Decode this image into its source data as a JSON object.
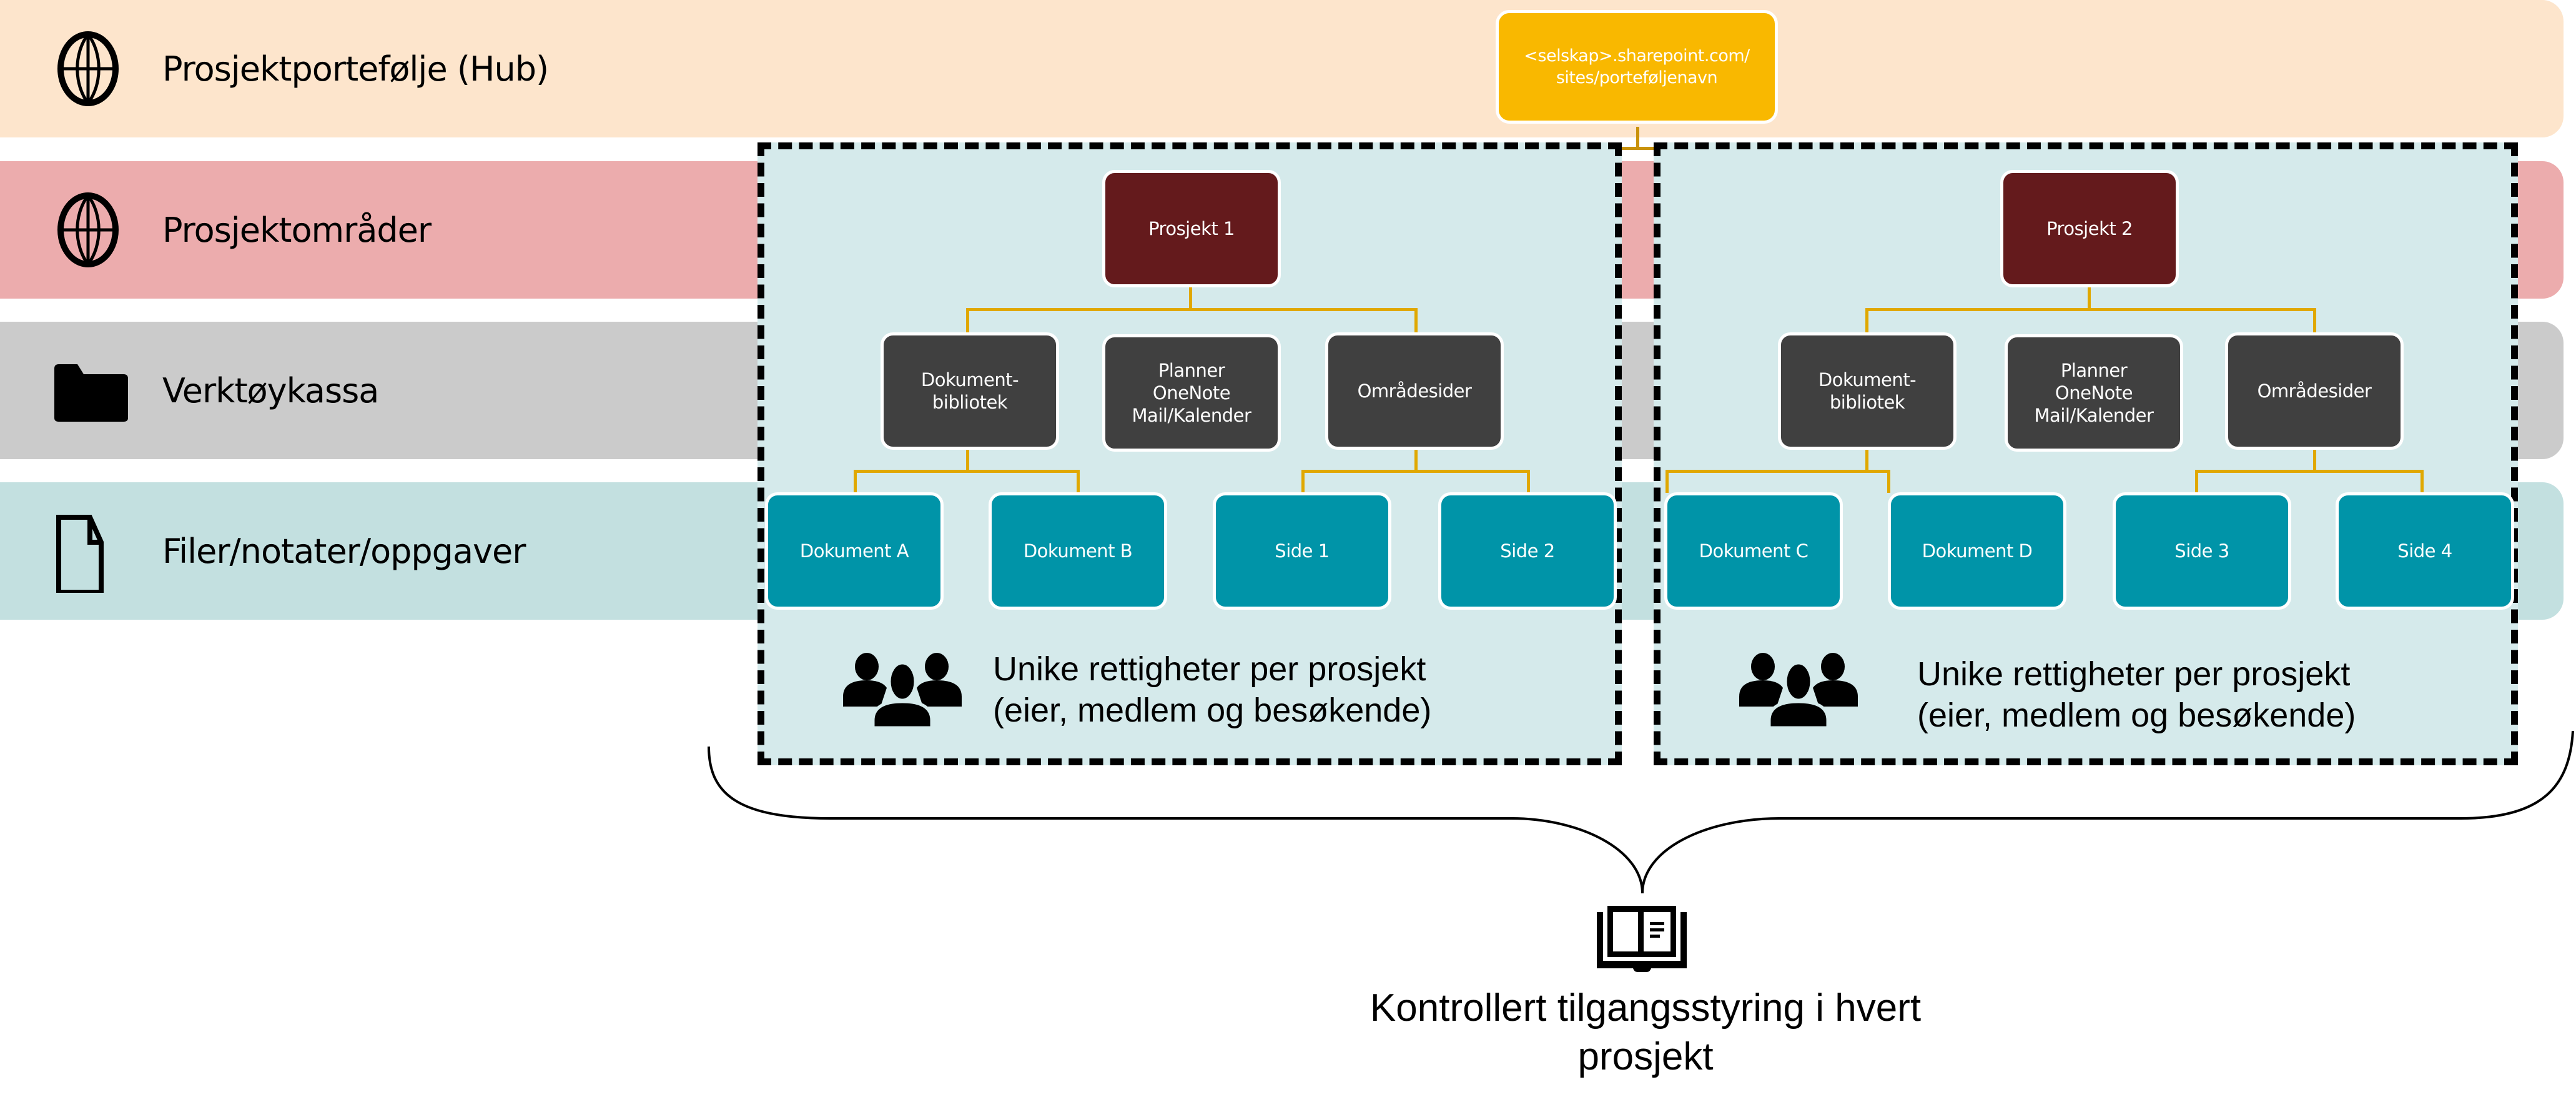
{
  "layers": [
    {
      "id": "hub",
      "label": "Prosjektportefølje (Hub)",
      "icon": "globe-icon",
      "color": "#FDE5CC"
    },
    {
      "id": "areas",
      "label": "Prosjektområder",
      "icon": "globe-icon",
      "color": "#ECACAD"
    },
    {
      "id": "tools",
      "label": "Verktøykassa",
      "icon": "folder-icon",
      "color": "#CBCBCB"
    },
    {
      "id": "files",
      "label": "Filer/notater/oppgaver",
      "icon": "document-icon",
      "color": "#C3E0E0"
    }
  ],
  "hub_site": {
    "url_line1": "<selskap>.sharepoint.com/",
    "url_line2": "sites/porteføljenavn",
    "color": "#F9B800"
  },
  "projects": [
    {
      "name": "Prosjekt 1",
      "tools": [
        "Dokument-\nbibliotek",
        "Planner\nOneNote\nMail/Kalender",
        "Områdesider"
      ],
      "tools_display": [
        [
          "Dokument-",
          "bibliotek"
        ],
        [
          "Planner",
          "OneNote",
          "Mail/Kalender"
        ],
        [
          "Områdesider"
        ]
      ],
      "items": [
        "Dokument A",
        "Dokument B",
        "Side 1",
        "Side 2"
      ],
      "permissions_line1": "Unike rettigheter per prosjekt",
      "permissions_line2": "(eier, medlem og besøkende)"
    },
    {
      "name": "Prosjekt 2",
      "tools": [
        "Dokument-\nbibliotek",
        "Planner\nOneNote\nMail/Kalender",
        "Områdesider"
      ],
      "tools_display": [
        [
          "Dokument-",
          "bibliotek"
        ],
        [
          "Planner",
          "OneNote",
          "Mail/Kalender"
        ],
        [
          "Områdesider"
        ]
      ],
      "items": [
        "Dokument C",
        "Dokument D",
        "Side 3",
        "Side 4"
      ],
      "permissions_line1": "Unike rettigheter per prosjekt",
      "permissions_line2": "(eier, medlem og besøkende)"
    }
  ],
  "colors": {
    "project_node": "#641A1C",
    "tool_node": "#404040",
    "item_node": "#0094A8",
    "connector": "#E0A800",
    "project_container": "#D5EAEB"
  },
  "summary": {
    "icon": "book-icon",
    "line1": "Kontrollert tilgangsstyring i hvert",
    "line2": "prosjekt"
  }
}
